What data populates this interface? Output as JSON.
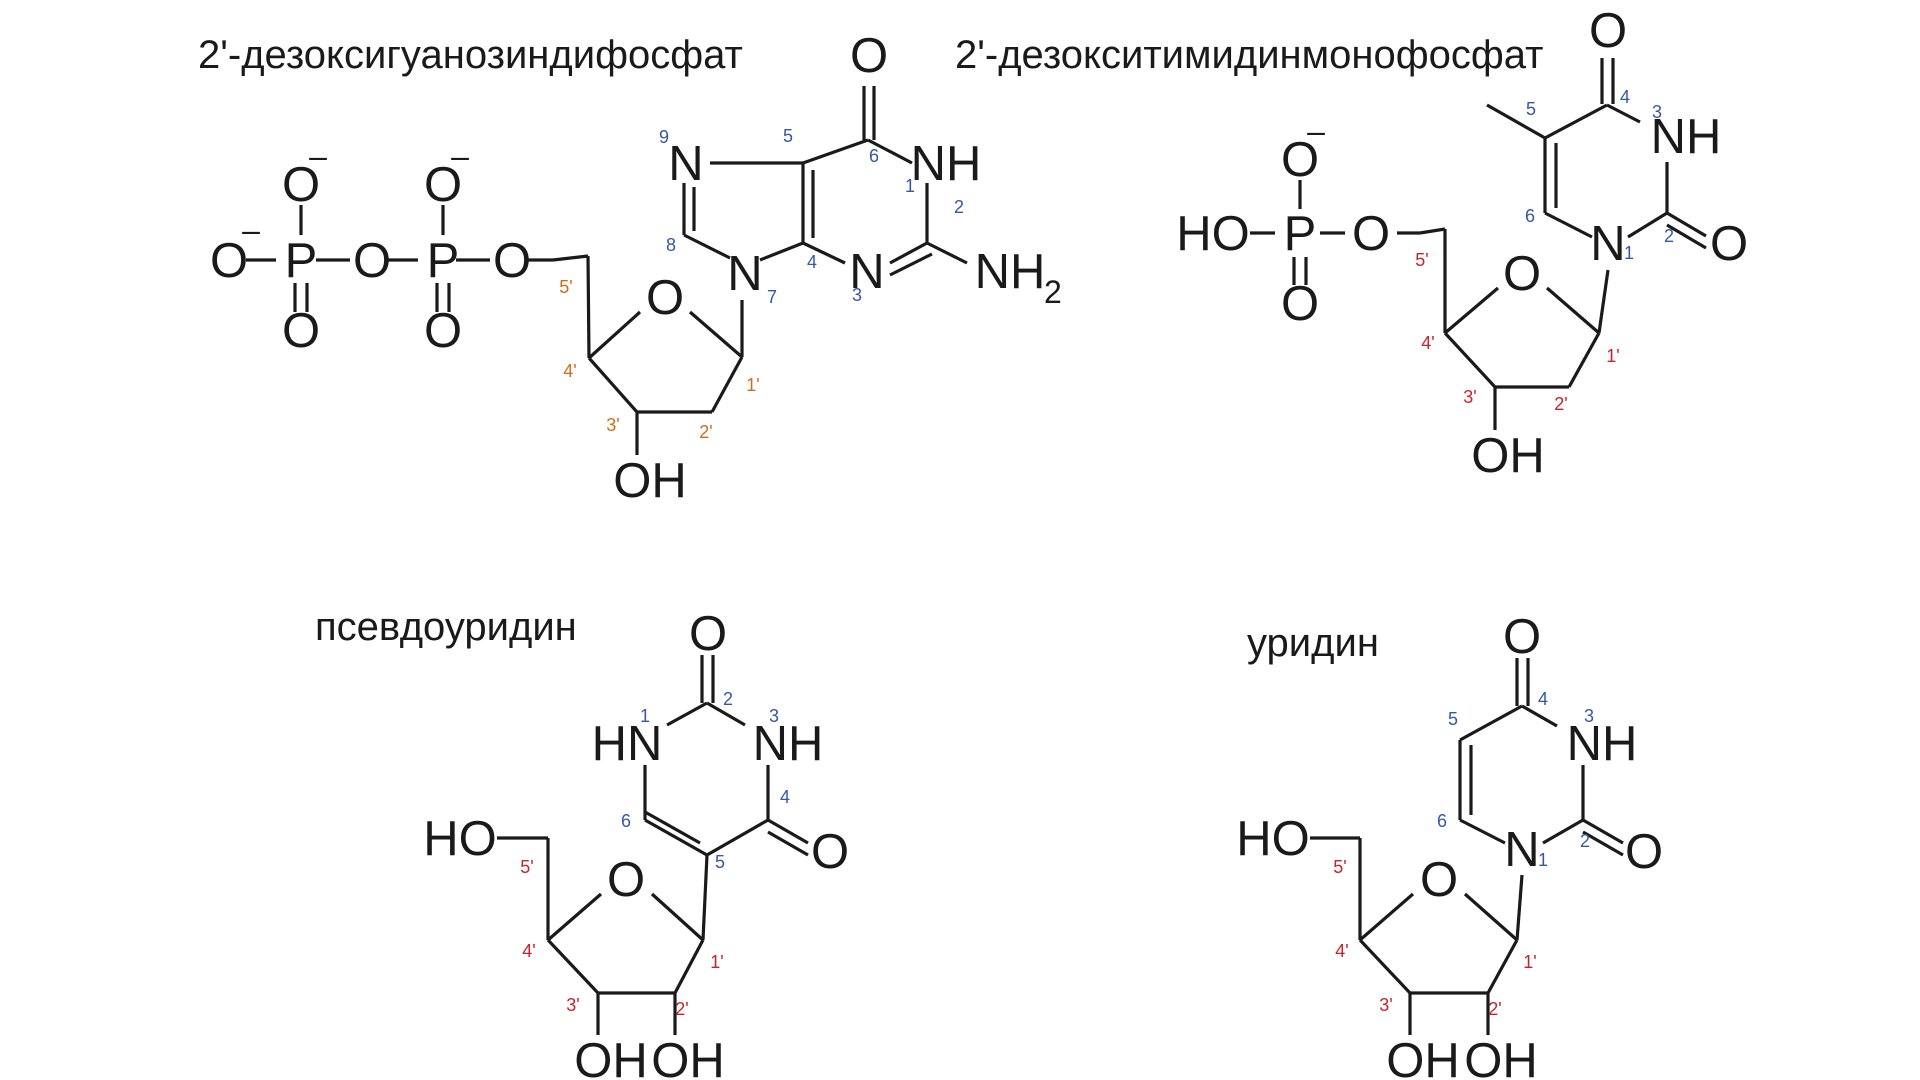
{
  "colors": {
    "ink": "#1a1a1a",
    "base_numbering": "#3557a7",
    "sugar_numbering_dgdp": "#d36c1a",
    "sugar_numbering_other": "#c8232c"
  },
  "titles": {
    "dgdp": "2'-дезоксигуанозиндифосфат",
    "dtmp": "2'-дезокситимидинмонофосфат",
    "pseudouridine": "псевдоуридин",
    "uridine": "уридин"
  },
  "atoms": {
    "O": "O",
    "P": "P",
    "N": "N",
    "NH": "NH",
    "HN": "HN",
    "HO": "HO",
    "OH": "OH",
    "NH2_main": "NH",
    "NH2_sub": "2",
    "minus": "–"
  },
  "numbering": {
    "dgdp_base": [
      "1",
      "2",
      "3",
      "4",
      "5",
      "6",
      "7",
      "8",
      "9"
    ],
    "dgdp_sugar": [
      "1'",
      "2'",
      "3'",
      "4'",
      "5'"
    ],
    "dtmp_base": [
      "1",
      "2",
      "3",
      "4",
      "5",
      "6"
    ],
    "dtmp_sugar": [
      "1'",
      "2'",
      "3'",
      "4'",
      "5'"
    ],
    "psu_base": [
      "1",
      "2",
      "3",
      "4",
      "5",
      "6"
    ],
    "psu_sugar": [
      "1'",
      "2'",
      "3'",
      "4'",
      "5'"
    ],
    "uridine_base": [
      "1",
      "2",
      "3",
      "4",
      "5",
      "6"
    ],
    "uridine_sugar": [
      "1'",
      "2'",
      "3'",
      "4'",
      "5'"
    ]
  }
}
